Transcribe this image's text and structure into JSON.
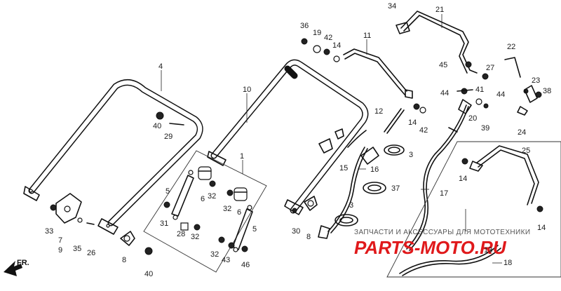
{
  "diagram": {
    "watermark": {
      "caption": "ЗАПЧАСТИ И АКСЕССУАРЫ ДЛЯ МОТОТЕХНИКИ",
      "logo_text": "PARTS-MOTO.RU",
      "logo_color": "#e0191b"
    },
    "direction_marker": "FR.",
    "labels": [
      {
        "id": "p4",
        "text": "4"
      },
      {
        "id": "p10",
        "text": "10"
      },
      {
        "id": "p1",
        "text": "1"
      },
      {
        "id": "p36",
        "text": "36"
      },
      {
        "id": "p19",
        "text": "19"
      },
      {
        "id": "p42a",
        "text": "42"
      },
      {
        "id": "p14a",
        "text": "14"
      },
      {
        "id": "p11",
        "text": "11"
      },
      {
        "id": "p34",
        "text": "34"
      },
      {
        "id": "p21",
        "text": "21"
      },
      {
        "id": "p45",
        "text": "45"
      },
      {
        "id": "p27",
        "text": "27"
      },
      {
        "id": "p22",
        "text": "22"
      },
      {
        "id": "p23",
        "text": "23"
      },
      {
        "id": "p38",
        "text": "38"
      },
      {
        "id": "p44a",
        "text": "44"
      },
      {
        "id": "p41",
        "text": "41"
      },
      {
        "id": "p44b",
        "text": "44"
      },
      {
        "id": "p12",
        "text": "12"
      },
      {
        "id": "p14b",
        "text": "14"
      },
      {
        "id": "p42b",
        "text": "42"
      },
      {
        "id": "p20",
        "text": "20"
      },
      {
        "id": "p39",
        "text": "39"
      },
      {
        "id": "p24",
        "text": "24"
      },
      {
        "id": "p40a",
        "text": "40"
      },
      {
        "id": "p29",
        "text": "29"
      },
      {
        "id": "p3a",
        "text": "3"
      },
      {
        "id": "p15",
        "text": "15"
      },
      {
        "id": "p16",
        "text": "16"
      },
      {
        "id": "p25",
        "text": "25"
      },
      {
        "id": "p14c",
        "text": "14"
      },
      {
        "id": "p37",
        "text": "37"
      },
      {
        "id": "p17",
        "text": "17"
      },
      {
        "id": "p5a",
        "text": "5"
      },
      {
        "id": "p6a",
        "text": "6"
      },
      {
        "id": "p32a",
        "text": "32"
      },
      {
        "id": "p32b",
        "text": "32"
      },
      {
        "id": "p6b",
        "text": "6"
      },
      {
        "id": "p3b",
        "text": "3"
      },
      {
        "id": "p14d",
        "text": "14"
      },
      {
        "id": "p31",
        "text": "31"
      },
      {
        "id": "p28",
        "text": "28"
      },
      {
        "id": "p32c",
        "text": "32"
      },
      {
        "id": "p5b",
        "text": "5"
      },
      {
        "id": "p30",
        "text": "30"
      },
      {
        "id": "p8a",
        "text": "8"
      },
      {
        "id": "p33",
        "text": "33"
      },
      {
        "id": "p7",
        "text": "7"
      },
      {
        "id": "p9",
        "text": "9"
      },
      {
        "id": "p35",
        "text": "35"
      },
      {
        "id": "p26",
        "text": "26"
      },
      {
        "id": "p32d",
        "text": "32"
      },
      {
        "id": "p43",
        "text": "43"
      },
      {
        "id": "p46",
        "text": "46"
      },
      {
        "id": "p8b",
        "text": "8"
      },
      {
        "id": "p40b",
        "text": "40"
      },
      {
        "id": "p13",
        "text": "13"
      },
      {
        "id": "p18",
        "text": "18"
      }
    ]
  }
}
